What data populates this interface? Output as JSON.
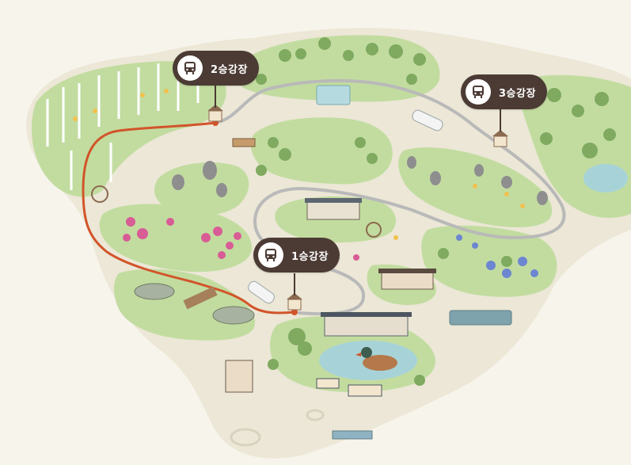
{
  "stations": [
    {
      "id": "s1",
      "label": "1승강장",
      "icon": "bus-icon"
    },
    {
      "id": "s2",
      "label": "2승강장",
      "icon": "bus-icon"
    },
    {
      "id": "s3",
      "label": "3승강장",
      "icon": "bus-icon"
    }
  ],
  "route_color": "#d2542a",
  "track_color": "#b9b9b9",
  "colors": {
    "land": "#ece7d6",
    "grass": "#bdd89a",
    "grass_dark": "#9cc37a",
    "water": "#a7d3d8",
    "badge": "#4b3b34"
  }
}
